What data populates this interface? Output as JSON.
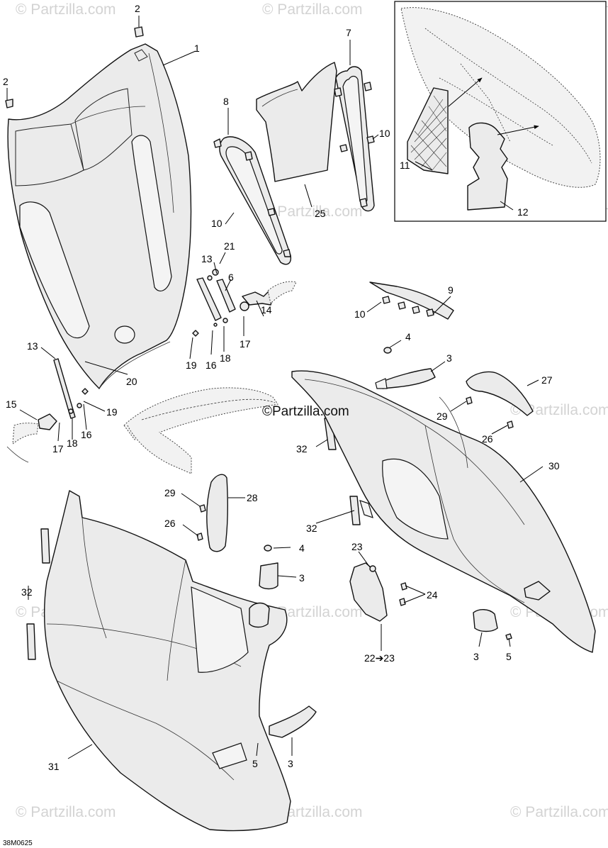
{
  "watermark": {
    "text": "© Partzilla.com",
    "center_text": "©Partzilla.com"
  },
  "diagram_code": "38M0625",
  "callouts": {
    "c1": "1",
    "c2a": "2",
    "c2b": "2",
    "c3a": "3",
    "c3b": "3",
    "c3c": "3",
    "c3d": "3",
    "c4a": "4",
    "c4b": "4",
    "c5a": "5",
    "c5b": "5",
    "c6": "6",
    "c7": "7",
    "c8": "8",
    "c9": "9",
    "c10a": "10",
    "c10b": "10",
    "c10c": "10",
    "c11": "11",
    "c12": "12",
    "c13a": "13",
    "c13b": "13",
    "c14": "14",
    "c15": "15",
    "c16a": "16",
    "c16b": "16",
    "c17a": "17",
    "c17b": "17",
    "c18a": "18",
    "c18b": "18",
    "c19a": "19",
    "c19b": "19",
    "c20": "20",
    "c21": "21",
    "c22": "22➔23",
    "c23": "23",
    "c24": "24",
    "c25": "25",
    "c26a": "26",
    "c26b": "26",
    "c27": "27",
    "c28": "28",
    "c29a": "29",
    "c29b": "29",
    "c30": "30",
    "c31": "31",
    "c32a": "32",
    "c32b": "32",
    "c32c": "32"
  }
}
